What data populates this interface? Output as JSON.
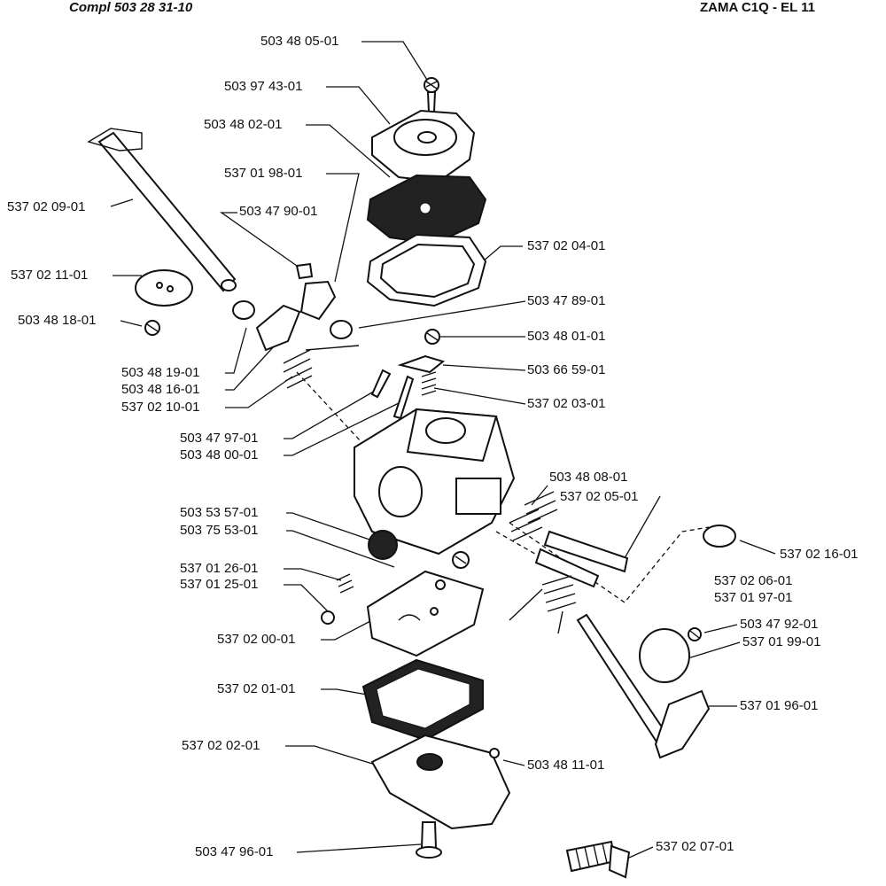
{
  "header": {
    "left": "Compl 503 28 31-10",
    "right": "ZAMA C1Q - EL 11"
  },
  "labels": [
    "503 48 05-01",
    "503 97 43-01",
    "503 48 02-01",
    "537 01 98-01",
    "503 47 90-01",
    "537 02 09-01",
    "537 02 04-01",
    "537 02 11-01",
    "503 48 18-01",
    "503 47 89-01",
    "503 48 01-01",
    "503 66 59-01",
    "503 48 19-01",
    "503 48 16-01",
    "537 02 10-01",
    "537 02 03-01",
    "503 47 97-01",
    "503 48 00-01",
    "503 48 08-01",
    "537 02 05-01",
    "503 53 57-01",
    "503 75 53-01",
    "537 02 16-01",
    "537 01 26-01",
    "537 01 25-01",
    "537 02 06-01",
    "537 01 97-01",
    "503 47 92-01",
    "537 01 99-01",
    "537 02 00-01",
    "537 02 01-01",
    "537 01 96-01",
    "537 02 02-01",
    "503 48 11-01",
    "503 47 96-01",
    "537 02 07-01"
  ]
}
